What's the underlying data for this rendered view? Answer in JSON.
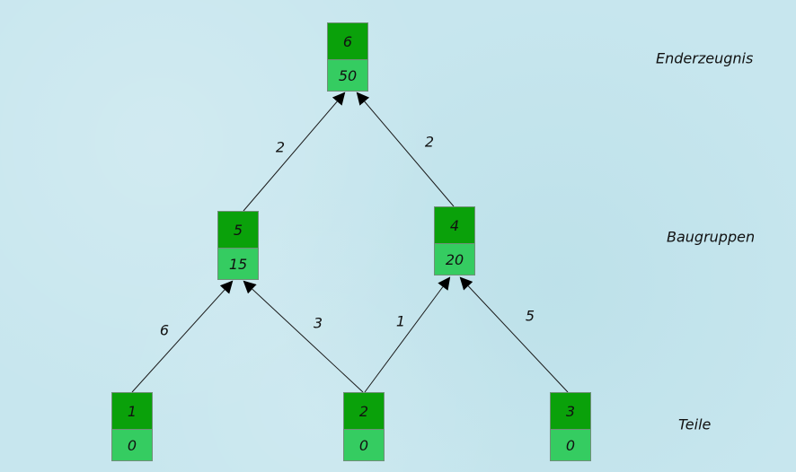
{
  "levels": {
    "top": "Enderzeugnis",
    "middle": "Baugruppen",
    "bottom": "Teile"
  },
  "nodes": [
    {
      "id": "6",
      "value": "50"
    },
    {
      "id": "5",
      "value": "15"
    },
    {
      "id": "4",
      "value": "20"
    },
    {
      "id": "1",
      "value": "0"
    },
    {
      "id": "2",
      "value": "0"
    },
    {
      "id": "3",
      "value": "0"
    }
  ],
  "edges": [
    {
      "from": "5",
      "to": "6",
      "label": "2"
    },
    {
      "from": "4",
      "to": "6",
      "label": "2"
    },
    {
      "from": "1",
      "to": "5",
      "label": "6"
    },
    {
      "from": "2",
      "to": "5",
      "label": "3"
    },
    {
      "from": "2",
      "to": "4",
      "label": "1"
    },
    {
      "from": "3",
      "to": "4",
      "label": "5"
    }
  ],
  "colors": {
    "background": "#c7e6ee",
    "node_top": "#0aa10a",
    "node_bottom": "#35cc61",
    "edge": "#1a1a1a"
  }
}
